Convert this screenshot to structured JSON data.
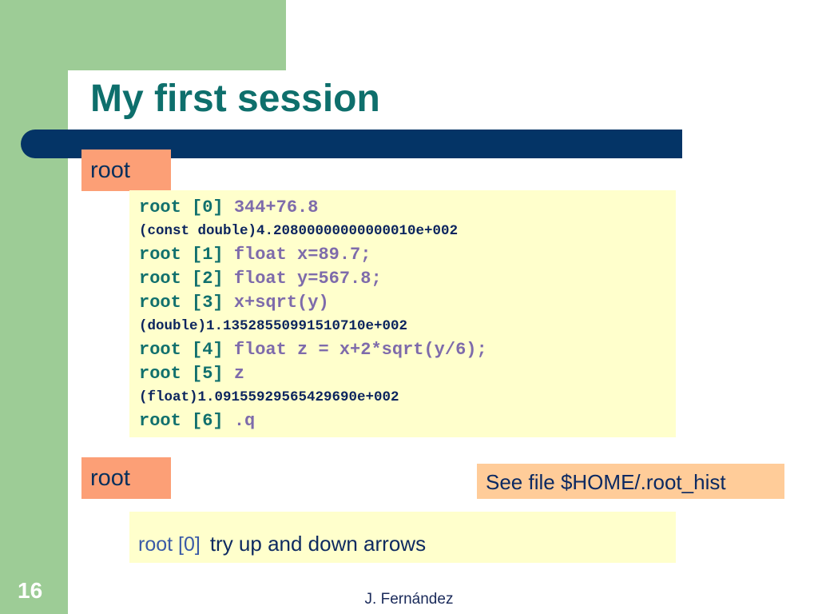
{
  "slide": {
    "title": "My first session",
    "page_number": "16",
    "author": "J. Fernández"
  },
  "labels": {
    "top": "root",
    "bottom": "root"
  },
  "session": {
    "lines": [
      {
        "type": "command",
        "prompt": "root [0]",
        "input": "344+76.8"
      },
      {
        "type": "output",
        "text": "(const double)4.20800000000000010e+002"
      },
      {
        "type": "command",
        "prompt": "root [1]",
        "input": "float x=89.7;"
      },
      {
        "type": "command",
        "prompt": "root [2]",
        "input": "float y=567.8;"
      },
      {
        "type": "command",
        "prompt": "root [3]",
        "input": "x+sqrt(y)"
      },
      {
        "type": "output",
        "text": "(double)1.13528550991510710e+002"
      },
      {
        "type": "command",
        "prompt": "root [4]",
        "input": "float z = x+2*sqrt(y/6);"
      },
      {
        "type": "command",
        "prompt": "root [5]",
        "input": "z"
      },
      {
        "type": "output",
        "text": "(float)1.09155929565429690e+002"
      },
      {
        "type": "command",
        "prompt": "root [6]",
        "input": ".q"
      }
    ]
  },
  "note": "See file $HOME/.root_hist",
  "hint": {
    "prompt": "root [0]",
    "text": "try up and down arrows"
  },
  "colors": {
    "sidebar_green": "#9dcc96",
    "title_teal": "#0e6f6c",
    "title_bar_navy": "#043466",
    "label_orange": "#fc9f76",
    "note_peach": "#ffcc99",
    "panel_yellow": "#ffffcc",
    "prompt_teal": "#11706d",
    "command_purple": "#7e6bab"
  }
}
